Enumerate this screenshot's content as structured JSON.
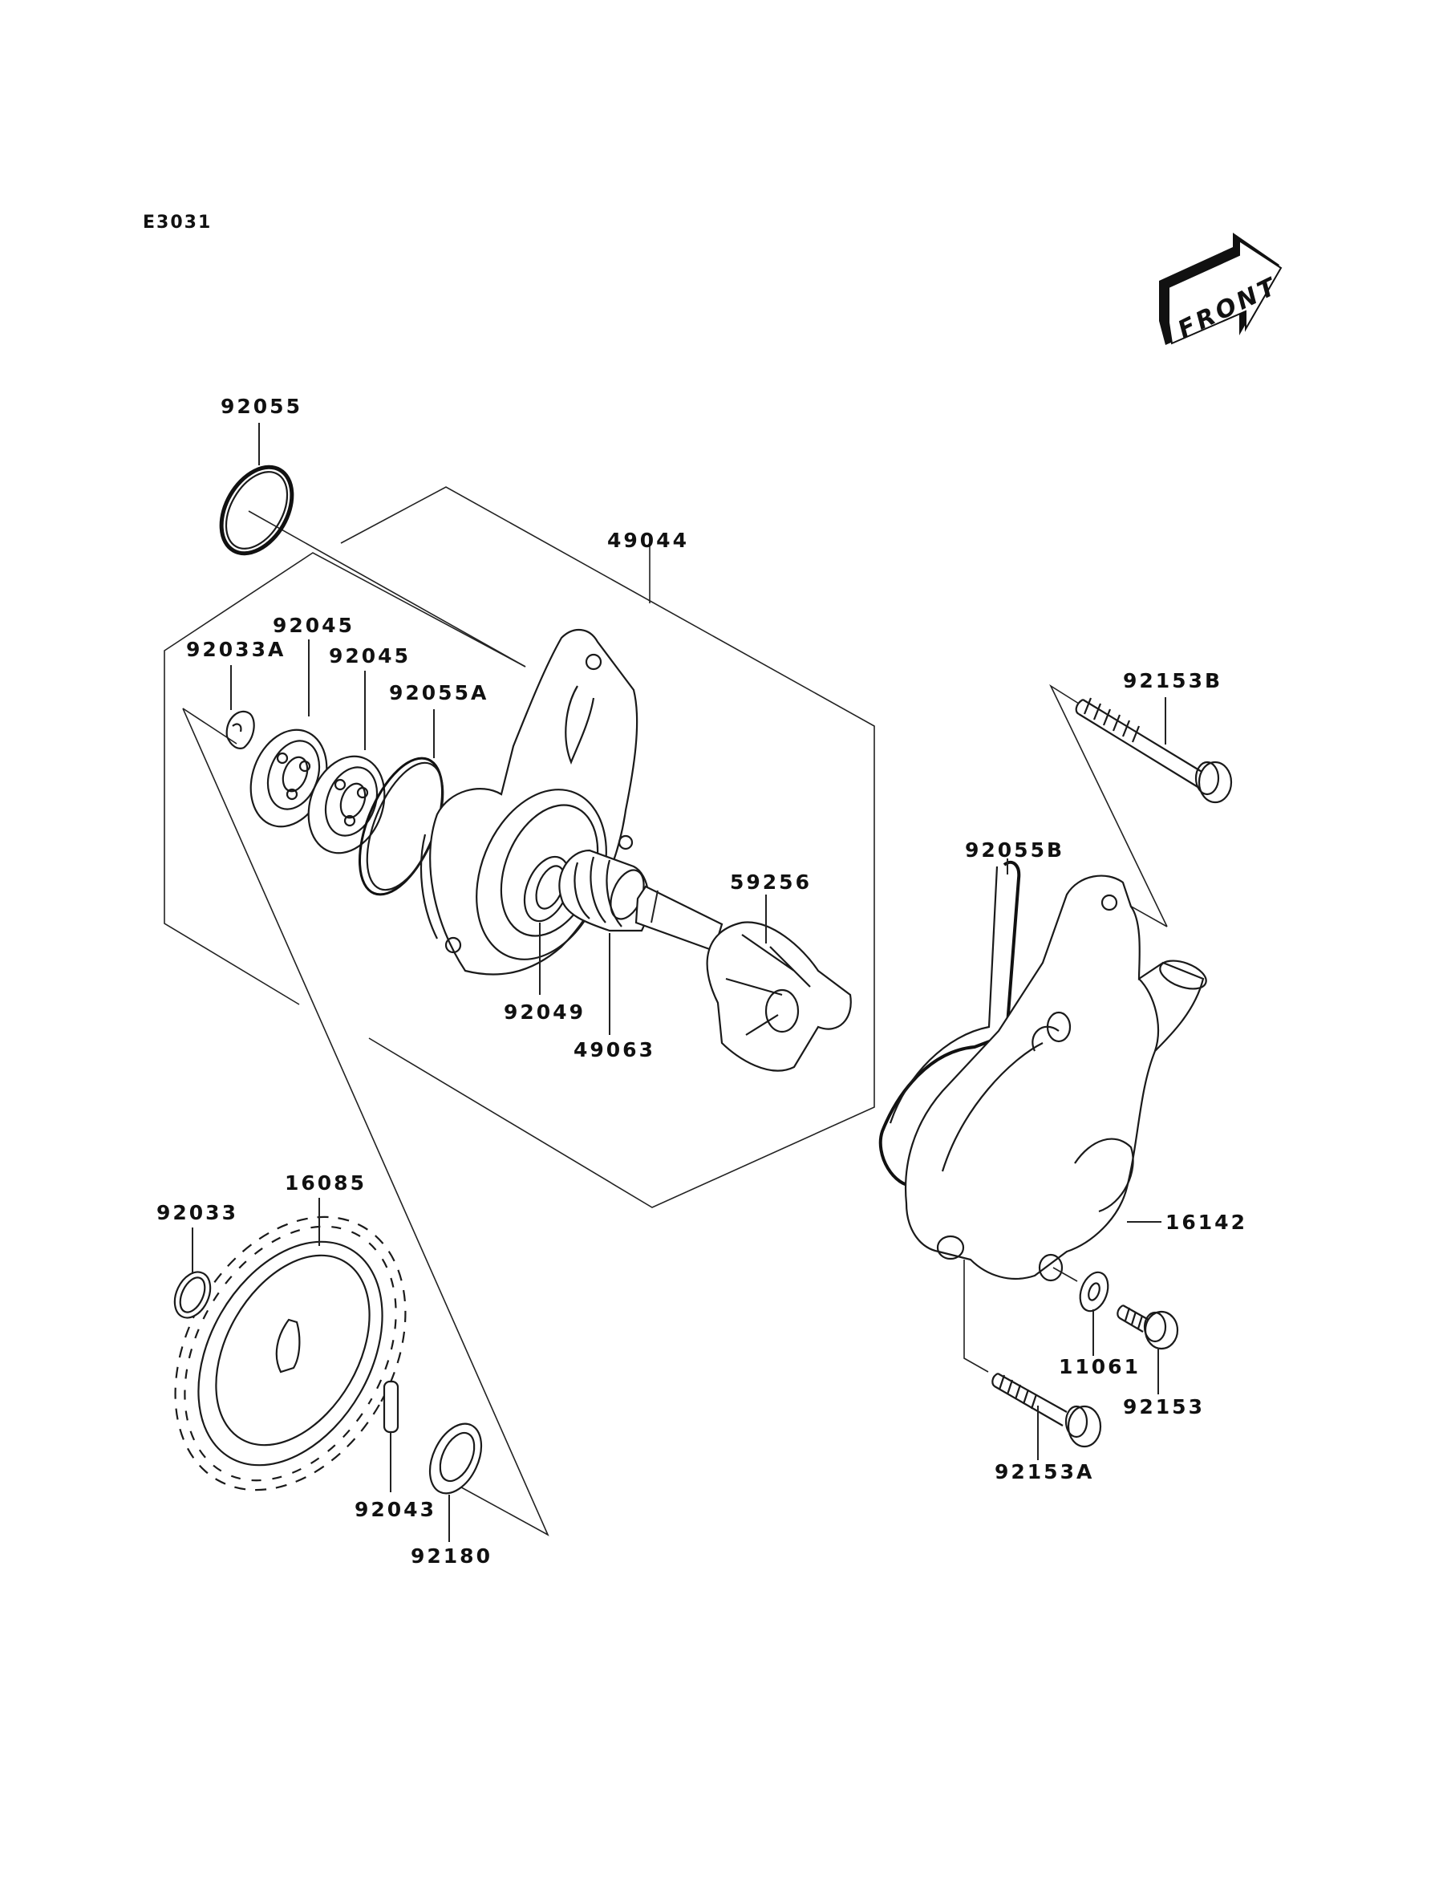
{
  "diagram": {
    "code": "E3031",
    "front_indicator": "FRONT",
    "assembly_label": "49044",
    "parts": [
      {
        "id": "92055",
        "name": "o-ring"
      },
      {
        "id": "49044",
        "name": "water pump assembly"
      },
      {
        "id": "92033A",
        "name": "circlip"
      },
      {
        "id": "92045",
        "name": "ball bearing"
      },
      {
        "id": "92045b",
        "name": "ball bearing"
      },
      {
        "id": "92055A",
        "name": "o-ring"
      },
      {
        "id": "92049",
        "name": "oil seal"
      },
      {
        "id": "49063",
        "name": "mechanical seal"
      },
      {
        "id": "59256",
        "name": "impeller"
      },
      {
        "id": "92153B",
        "name": "bolt"
      },
      {
        "id": "92055B",
        "name": "o-ring"
      },
      {
        "id": "16142",
        "name": "pump cover"
      },
      {
        "id": "11061",
        "name": "gasket"
      },
      {
        "id": "92153",
        "name": "bolt"
      },
      {
        "id": "92153A",
        "name": "bolt"
      },
      {
        "id": "16085",
        "name": "gear"
      },
      {
        "id": "92033",
        "name": "circlip"
      },
      {
        "id": "92043",
        "name": "pin"
      },
      {
        "id": "92180",
        "name": "shim"
      }
    ],
    "labels": {
      "p92055": "92055",
      "p49044": "49044",
      "p92033A": "92033A",
      "p92045a": "92045",
      "p92045b": "92045",
      "p92055A": "92055A",
      "p92049": "92049",
      "p49063": "49063",
      "p59256": "59256",
      "p92153B": "92153B",
      "p92055B": "92055B",
      "p16142": "16142",
      "p11061": "11061",
      "p92153": "92153",
      "p92153A": "92153A",
      "p16085": "16085",
      "p92033": "92033",
      "p92043": "92043",
      "p92180": "92180"
    }
  }
}
